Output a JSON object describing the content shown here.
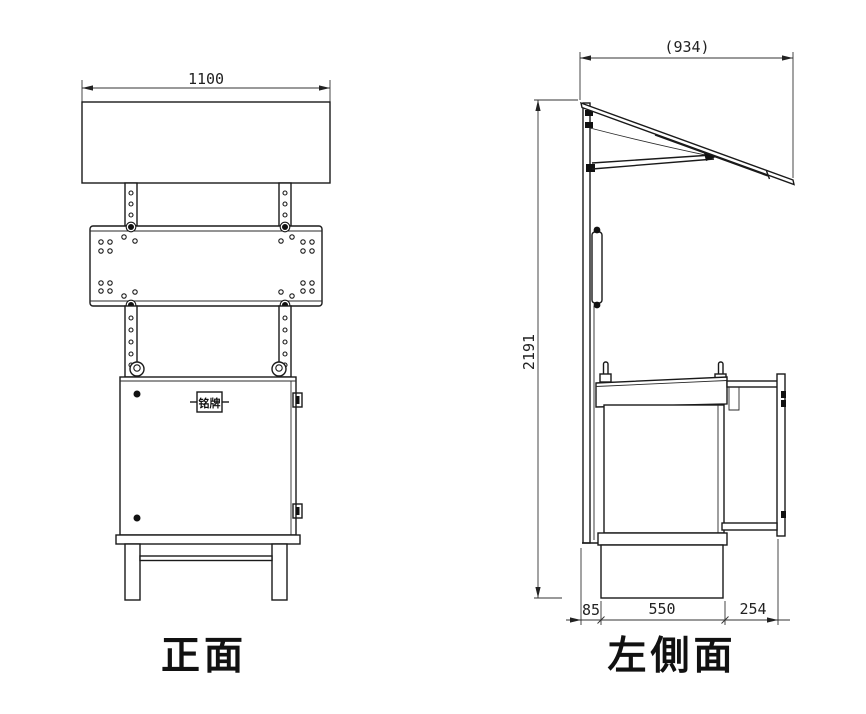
{
  "drawing": {
    "background": "#ffffff",
    "line_color": "#1a1a1a",
    "views": {
      "front": {
        "caption": "正面",
        "dim_panel_width": "1100",
        "nameplate": "铭牌"
      },
      "side": {
        "caption": "左側面",
        "dim_panel_depth": "(934)",
        "dim_total_height": "2191",
        "dim_base_offset": "85",
        "dim_cabinet_depth": "550",
        "dim_door_extension": "254"
      }
    }
  }
}
